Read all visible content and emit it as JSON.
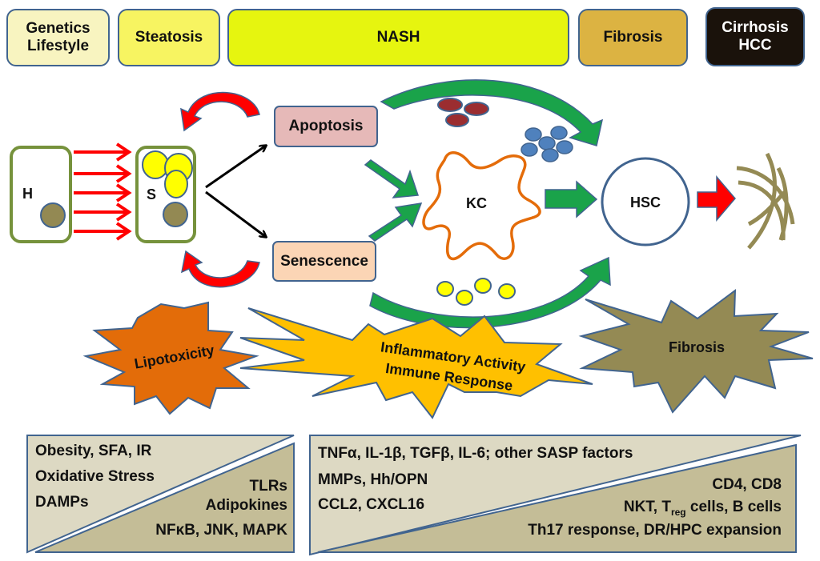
{
  "stages": [
    {
      "id": "genetics",
      "lines": [
        "Genetics",
        "Lifestyle"
      ],
      "fill": "#f8f4c0",
      "text": "#111111"
    },
    {
      "id": "steatosis",
      "lines": [
        "Steatosis"
      ],
      "fill": "#f7f461",
      "text": "#111111"
    },
    {
      "id": "nash",
      "lines": [
        "NASH"
      ],
      "fill": "#e6f50f",
      "text": "#111111"
    },
    {
      "id": "fibrosis",
      "lines": [
        "Fibrosis"
      ],
      "fill": "#dcb342",
      "text": "#111111"
    },
    {
      "id": "cirrhosis",
      "lines": [
        "Cirrhosis",
        "HCC"
      ],
      "fill": "#1a120b",
      "text": "#ffffff"
    }
  ],
  "cells": {
    "hepatocyte": "H",
    "steatotic": "S",
    "kupffer": "KC",
    "stellate": "HSC"
  },
  "processes": {
    "apoptosis": "Apoptosis",
    "senescence": "Senescence"
  },
  "bursts": {
    "lipotoxicity": "Lipotoxicity",
    "inflammation": [
      "Inflammatory Activity",
      "Immune Response"
    ],
    "fibrosis": "Fibrosis"
  },
  "factors_left": {
    "upper": [
      "Obesity, SFA, IR",
      "Oxidative Stress",
      "DAMPs"
    ],
    "lower": [
      "TLRs",
      "Adipokines",
      "NFκB, JNK, MAPK"
    ]
  },
  "factors_right": {
    "upper": [
      "TNFα, IL-1β, TGFβ, IL-6; other SASP factors",
      "MMPs, Hh/OPN",
      "CCL2, CXCL16"
    ],
    "lower": [
      "CD4, CD8"
    ],
    "lower_treg": {
      "before": "NKT, T",
      "sub": "reg",
      "after": " cells, B cells"
    },
    "lower_last": "Th17 response, DR/HPC expansion"
  },
  "colors": {
    "outline": "#41648f",
    "green_arrow": "#1aa34a",
    "red_arrow": "#ff0000",
    "cell_border": "#76923c",
    "nucleus": "#938953",
    "lipid": "#ffff00",
    "kc_outline": "#e46c0a",
    "apoptotic_bodies": "#9b2d30",
    "blue_cells": "#4f81bd",
    "lipotox_fill": "#e36c09",
    "inflam_fill": "#ffc000",
    "fibrosis_fill": "#948a54",
    "table_light": "#ddd9c3",
    "table_dark": "#c4bd97",
    "apoptosis_fill": "#e6b9b8",
    "senescence_fill": "#fbd5b5"
  }
}
